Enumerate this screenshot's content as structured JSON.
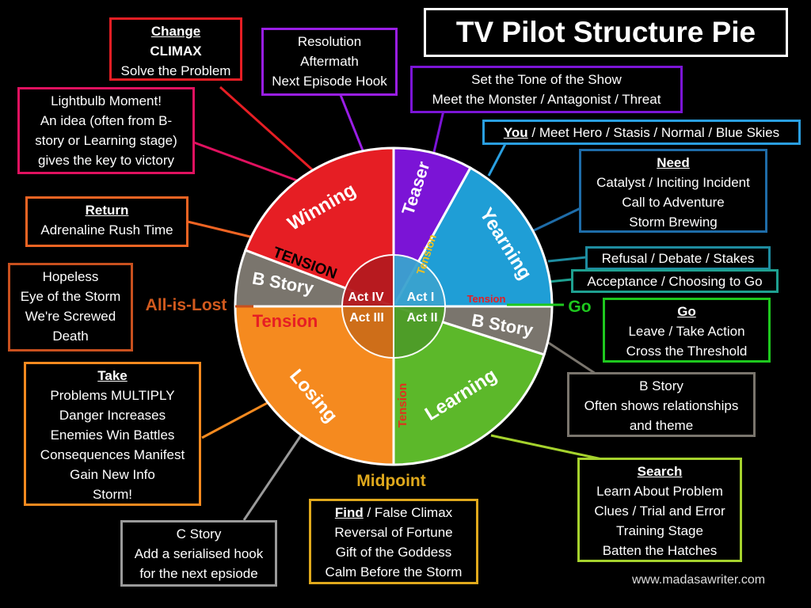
{
  "title": "TV Pilot Structure Pie",
  "website": "www.madasawriter.com",
  "colors": {
    "teaser": "#7b14d6",
    "yearning": "#1f9ed6",
    "b_story": "#7a756d",
    "learning": "#5cb82a",
    "losing": "#f58a1f",
    "winning": "#e61e24",
    "change": "#e61e24",
    "lightbulb": "#e0115f",
    "return": "#f06423",
    "all_is_lost": "#c8501e",
    "take": "#f58a1f",
    "c_story": "#9a9a9a",
    "find": "#e0a91c",
    "search": "#a5d22d",
    "go": "#1ec81e",
    "acceptance": "#1ea090",
    "refusal": "#1e8ca0",
    "need": "#1e6ca8",
    "you": "#2a9fe0",
    "set_tone": "#7b14d6",
    "resolution": "#9a1ee6"
  },
  "sectors": {
    "teaser": "Teaser",
    "yearning": "Yearning",
    "b_story_right": "B Story",
    "learning": "Learning",
    "losing": "Losing",
    "b_story_left": "B Story",
    "winning": "Winning"
  },
  "acts": {
    "act1": "Act I",
    "act2": "Act II",
    "act3": "Act III",
    "act4": "Act IV"
  },
  "tension_labels": {
    "winning": "TENSION",
    "left": "Tension",
    "teaser": "Tension",
    "right": "Tension",
    "midpoint": "Tension"
  },
  "markers": {
    "all_is_lost": "All-is-Lost",
    "go": "Go",
    "midpoint": "Midpoint"
  },
  "boxes": {
    "change": {
      "head": "Change",
      "line1": "CLIMAX",
      "line2": "Solve the Problem"
    },
    "resolution": {
      "line1": "Resolution",
      "line2": "Aftermath",
      "line3": "Next Episode Hook"
    },
    "set_tone": {
      "line1": "Set the Tone of the Show",
      "line2": "Meet the Monster / Antagonist / Threat"
    },
    "you": {
      "head": "You",
      "rest": " / Meet Hero / Stasis / Normal / Blue Skies"
    },
    "need": {
      "head": "Need",
      "line1": "Catalyst / Inciting Incident",
      "line2": "Call to Adventure",
      "line3": "Storm Brewing"
    },
    "refusal": {
      "line1": "Refusal / Debate / Stakes"
    },
    "acceptance": {
      "line1": "Acceptance / Choosing to Go"
    },
    "go": {
      "head": "Go",
      "line1": "Leave / Take Action",
      "line2": "Cross the Threshold"
    },
    "b_story": {
      "line1": "B Story",
      "line2": "Often shows relationships",
      "line3": "and theme"
    },
    "search": {
      "head": "Search",
      "line1": "Learn About Problem",
      "line2": "Clues / Trial and Error",
      "line3": "Training Stage",
      "line4": "Batten the Hatches"
    },
    "find": {
      "head": "Find",
      "rest": " / False Climax",
      "line1": "Reversal of Fortune",
      "line2": "Gift of the Goddess",
      "line3": "Calm Before the Storm"
    },
    "c_story": {
      "line1": "C Story",
      "line2": "Add a serialised hook",
      "line3": "for the next epsiode"
    },
    "take": {
      "head": "Take",
      "line1": "Problems MULTIPLY",
      "line2": "Danger Increases",
      "line3": "Enemies Win Battles",
      "line4": "Consequences Manifest",
      "line5": "Gain New Info",
      "line6": "Storm!"
    },
    "hopeless": {
      "line1": "Hopeless",
      "line2": "Eye of the Storm",
      "line3": "We're Screwed",
      "line4": "Death"
    },
    "return": {
      "head": "Return",
      "line1": "Adrenaline Rush Time"
    },
    "lightbulb": {
      "line1": "Lightbulb Moment!",
      "line2": "An idea (often from B-",
      "line3": "story or Learning stage)",
      "line4": "gives the key to victory"
    }
  }
}
